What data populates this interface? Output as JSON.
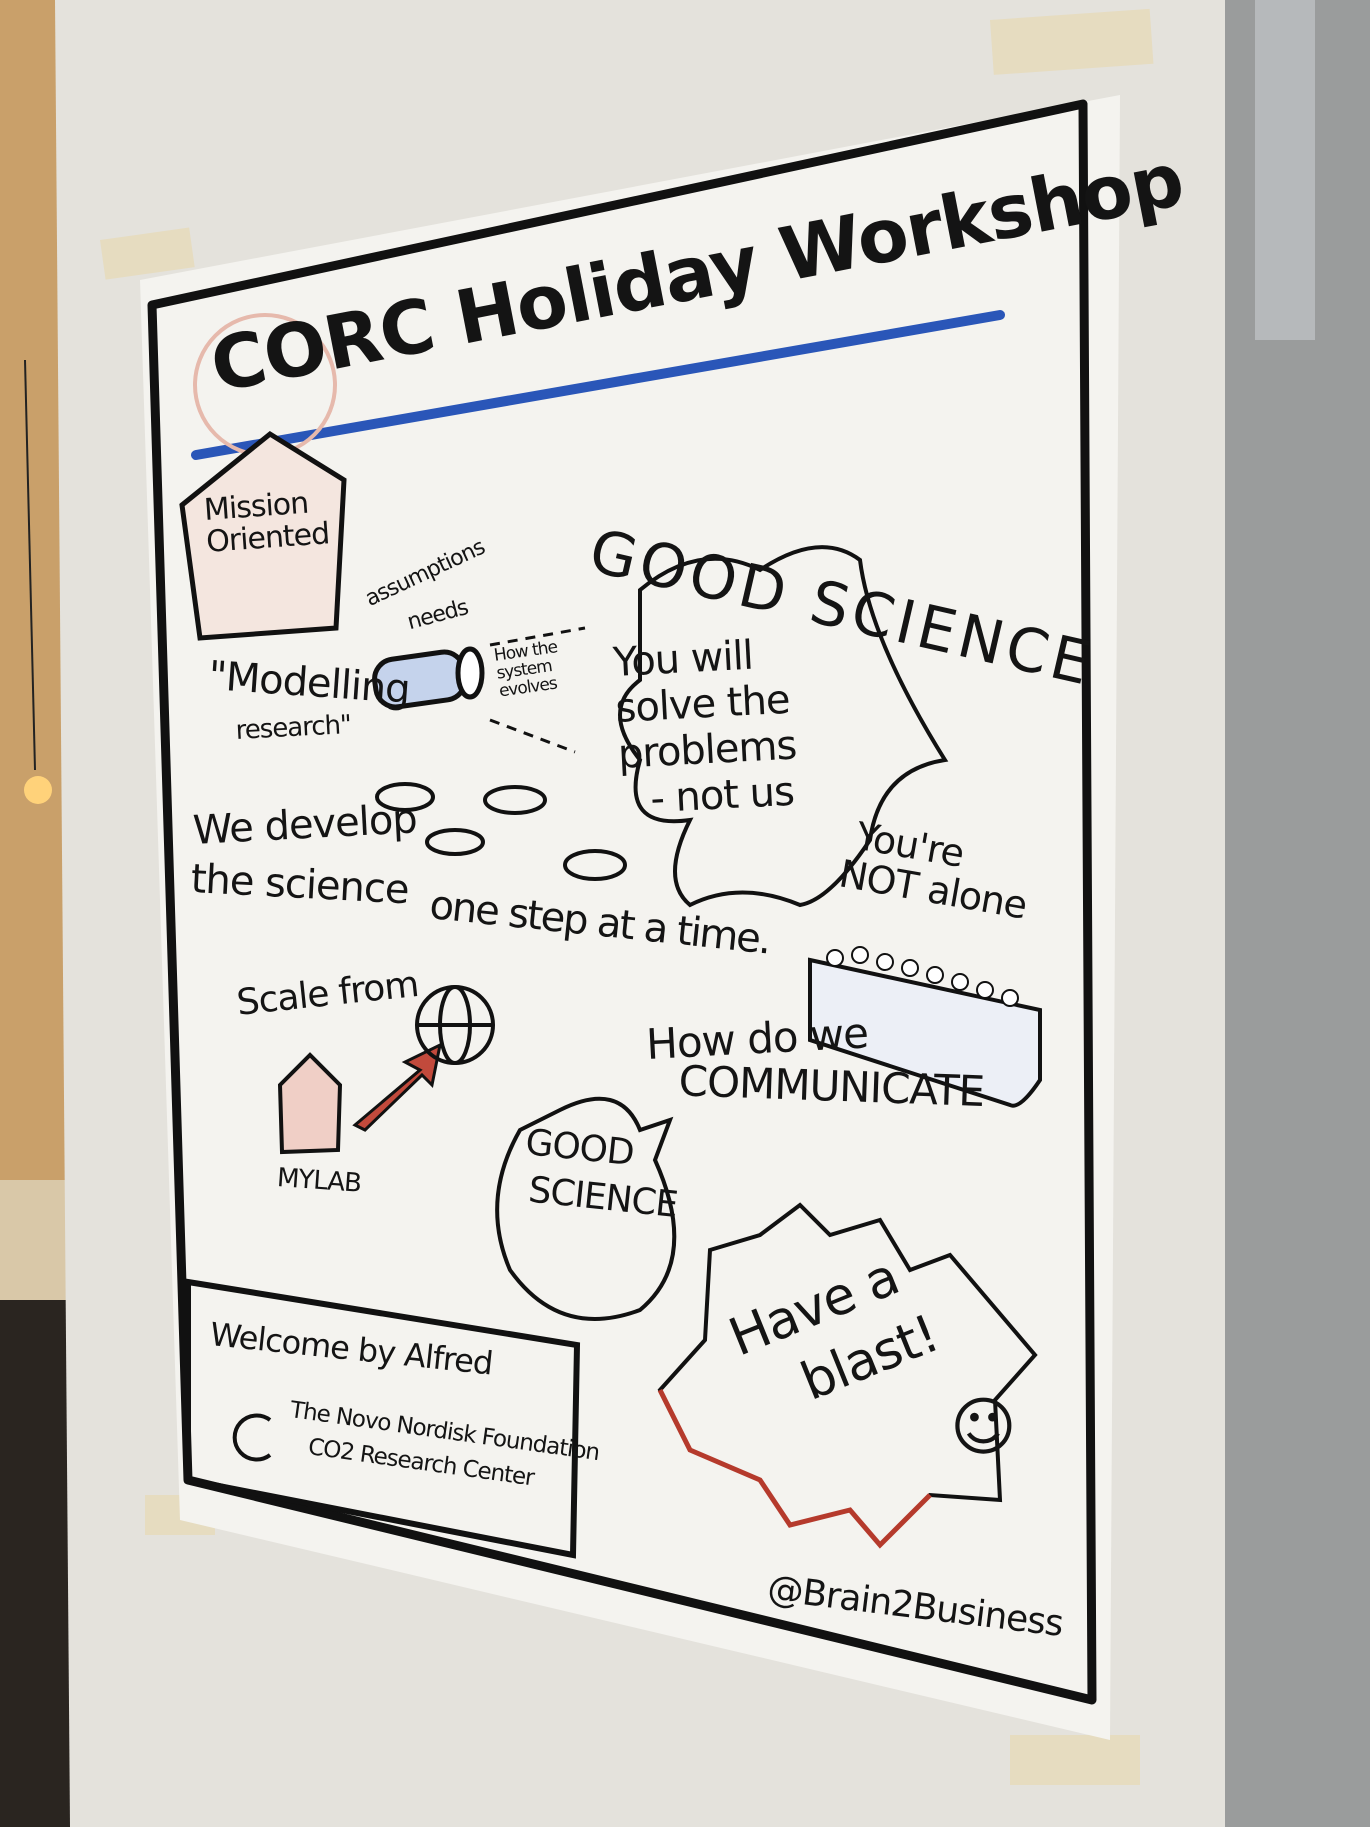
{
  "poster": {
    "title": "CORC Holiday Workshop",
    "mission_house": [
      "Mission",
      "Oriented"
    ],
    "assumptions": "assumptions",
    "needs": "needs",
    "modelling": "\"Modelling",
    "research": "research\"",
    "system_note": [
      "How the",
      "system",
      "evolves"
    ],
    "good_science_heading": "GOOD SCIENCE",
    "solve_problems": [
      "You will",
      "solve the",
      "problems",
      "- not us"
    ],
    "develop_line1": "We develop",
    "develop_line2": "the science",
    "step_text": "one step at a time.",
    "not_alone": [
      "You're",
      "NOT alone"
    ],
    "scale_from": "Scale from",
    "mylab": "MYLAB",
    "communicate": [
      "How do we",
      "COMMUNICATE"
    ],
    "good_science_bubble": [
      "GOOD",
      "SCIENCE"
    ],
    "have_a_blast": [
      "Have a",
      "blast!"
    ],
    "smiley": "☺",
    "welcome": "Welcome by Alfred",
    "foundation_line1": "The Novo Nordisk Foundation",
    "foundation_line2": "CO2 Research Center",
    "signature": "@Brain2Business"
  },
  "colors": {
    "ink": "#141414",
    "blue_accent": "#2a56b8",
    "pink_shade": "#e6b9ac",
    "red_accent": "#b53a2c",
    "light_blue_shade": "#a9bde0"
  }
}
